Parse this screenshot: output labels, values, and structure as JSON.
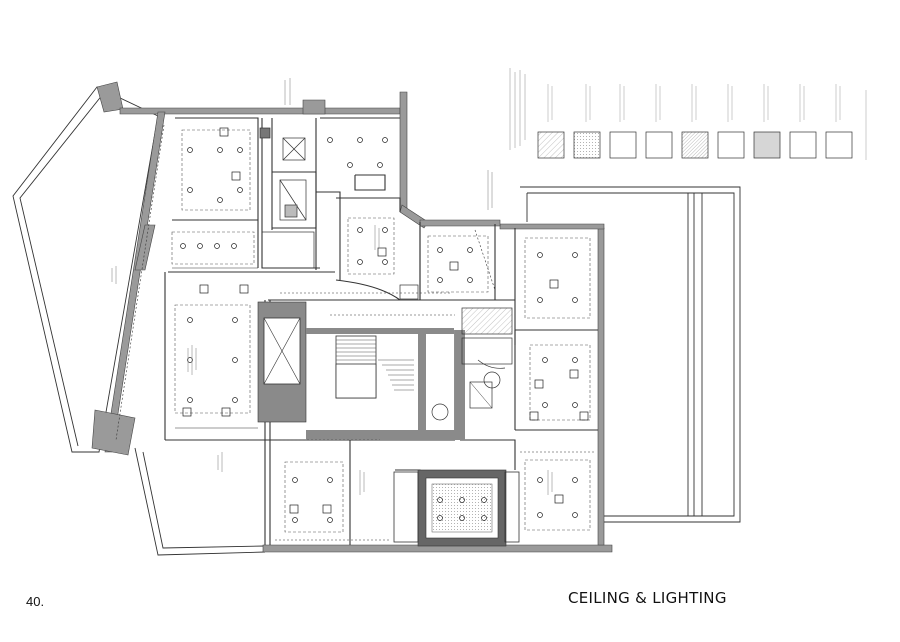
{
  "sheet": {
    "page_number": "40.",
    "title": "CEILING & LIGHTING"
  },
  "legend": {
    "swatch_count": 9,
    "swatch_patterns": [
      "hatch",
      "dots",
      "plain",
      "plain",
      "hatch-dense",
      "plain",
      "grey",
      "plain",
      "plain"
    ]
  },
  "colors": {
    "wall": "#9a9a9a",
    "wall_dark": "#555555",
    "line": "#222222",
    "core_fill": "#8a8a8a"
  }
}
